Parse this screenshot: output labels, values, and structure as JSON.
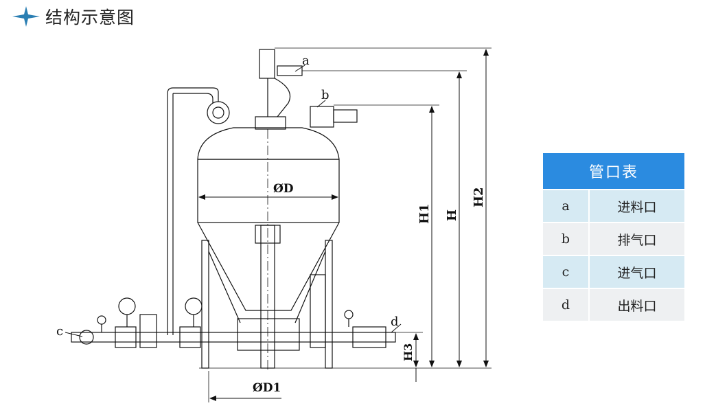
{
  "title": "结构示意图",
  "labels": {
    "a": "a",
    "b": "b",
    "c": "c",
    "d": "d",
    "diameter_d": "ØD",
    "diameter_d1": "ØD1",
    "h1": "H1",
    "h": "H",
    "h2": "H2",
    "h3": "H3"
  },
  "port_table": {
    "header": "管口表",
    "rows": [
      {
        "key": "a",
        "name": "进料口"
      },
      {
        "key": "b",
        "name": "排气口"
      },
      {
        "key": "c",
        "name": "进气口"
      },
      {
        "key": "d",
        "name": "出料口"
      }
    ]
  },
  "colors": {
    "accent": "#2b8be0",
    "row_odd": "#d6eaf3",
    "row_even": "#eef0f2",
    "title_star": "#2b7fb3"
  }
}
